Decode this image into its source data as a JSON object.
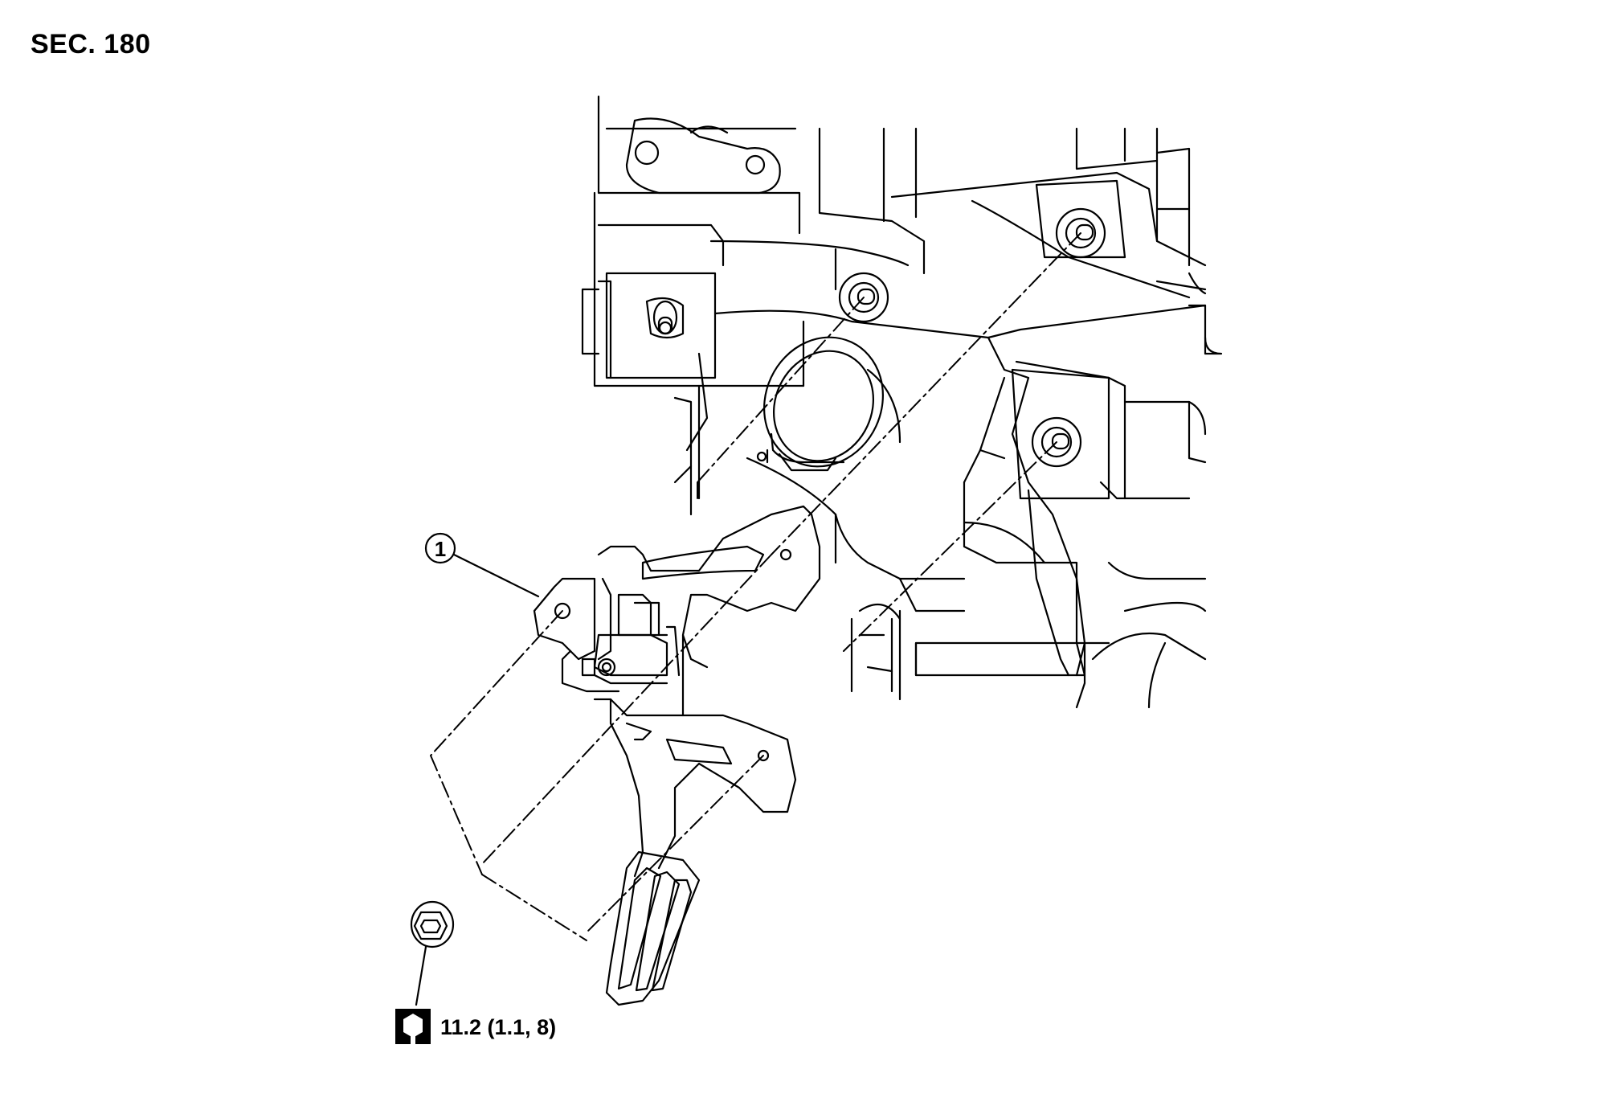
{
  "section_label": "SEC. 180",
  "callouts": [
    {
      "number": "1"
    }
  ],
  "torque": {
    "value_text": "11.2 (1.1, 8)",
    "icon": "torque-wrench-icon"
  },
  "colors": {
    "line": "#000000",
    "background": "#ffffff"
  }
}
